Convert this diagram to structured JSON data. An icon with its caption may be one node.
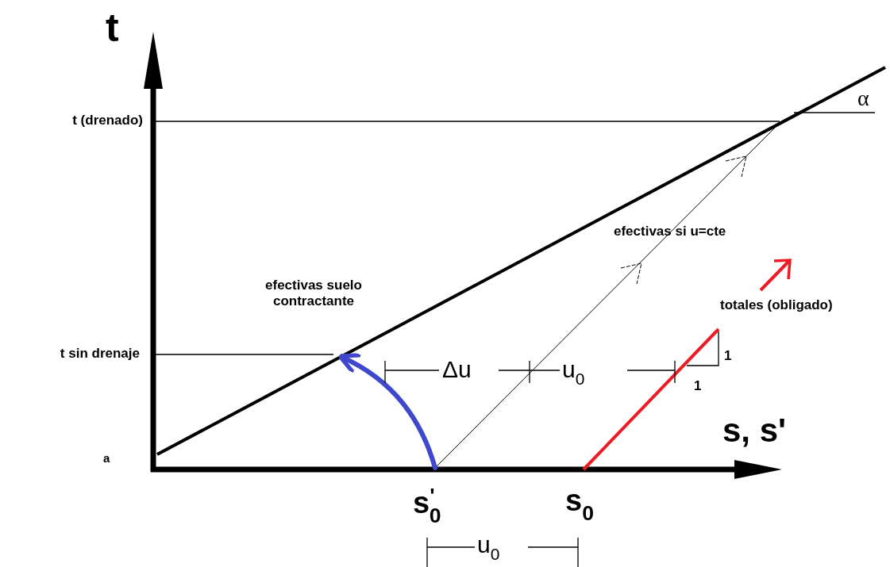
{
  "diagram": {
    "labels": [
      "t",
      "α",
      "t (drenado)",
      "efectivas si u=cte",
      "efectivas suelo contractante",
      "totales (obligado)",
      "t sin drenaje",
      "Δu",
      "u$_{0}$",
      "1",
      "1",
      "s, s'",
      "a",
      "s$^{'}$$_{0}$",
      "s$_{0}$",
      "u$_{0}$"
    ]
  }
}
